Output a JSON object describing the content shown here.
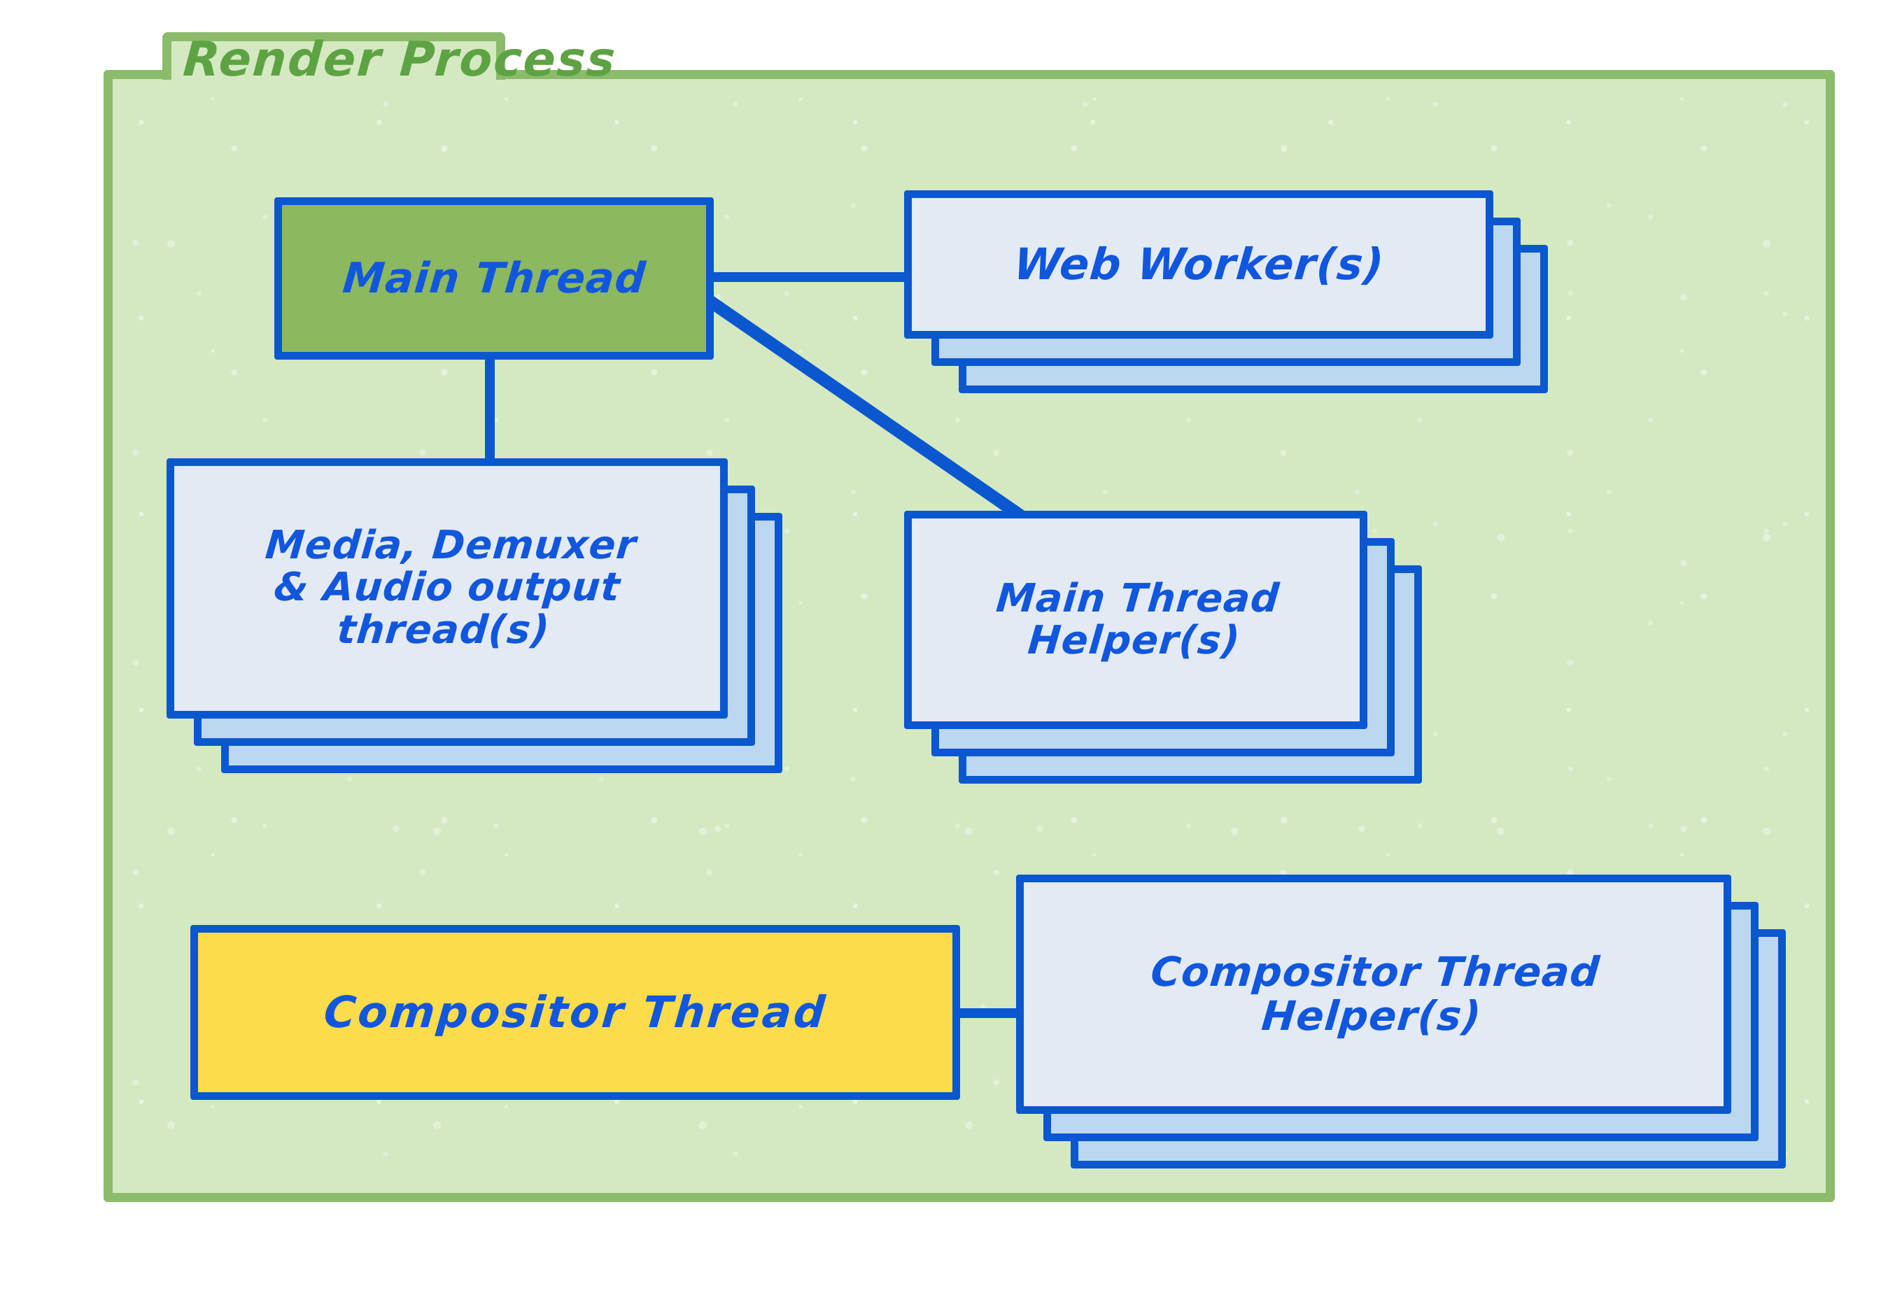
{
  "diagram": {
    "title": "Render Process",
    "colors": {
      "frame_border": "#8cbb6b",
      "frame_fill": "#d4e9c2",
      "title_text": "#5ea343",
      "node_border": "#0b57d0",
      "node_text": "#1157dd",
      "card_front_fill": "#e4eaf3",
      "card_back_fill": "#bcd7f0",
      "main_thread_fill": "#8cb85f",
      "compositor_thread_fill": "#fcdc4b"
    },
    "nodes": [
      {
        "id": "main-thread",
        "label": "Main Thread",
        "stacked": false,
        "fill": "#8cb85f"
      },
      {
        "id": "web-worker",
        "label": "Web Worker(s)",
        "stacked": true,
        "fill": "#e4eaf3"
      },
      {
        "id": "media",
        "label": "Media, Demuxer\n& Audio output\nthread(s)",
        "stacked": true,
        "fill": "#e4eaf3"
      },
      {
        "id": "main-thread-helper",
        "label": "Main Thread\nHelper(s)",
        "stacked": true,
        "fill": "#e4eaf3"
      },
      {
        "id": "compositor-thread",
        "label": "Compositor Thread",
        "stacked": false,
        "fill": "#fcdc4b"
      },
      {
        "id": "compositor-thread-helper",
        "label": "Compositor Thread\nHelper(s)",
        "stacked": true,
        "fill": "#e4eaf3"
      }
    ],
    "connections": [
      {
        "id": "main-thread-to-web-worker",
        "from": "main-thread",
        "to": "web-worker",
        "style": "horizontal"
      },
      {
        "id": "main-thread-to-main-thread-helper",
        "from": "main-thread",
        "to": "main-thread-helper",
        "style": "diagonal"
      },
      {
        "id": "main-thread-to-media",
        "from": "main-thread",
        "to": "media",
        "style": "vertical"
      },
      {
        "id": "compositor-thread-to-compositor-thread-helper",
        "from": "compositor-thread",
        "to": "compositor-thread-helper",
        "style": "horizontal"
      }
    ]
  }
}
